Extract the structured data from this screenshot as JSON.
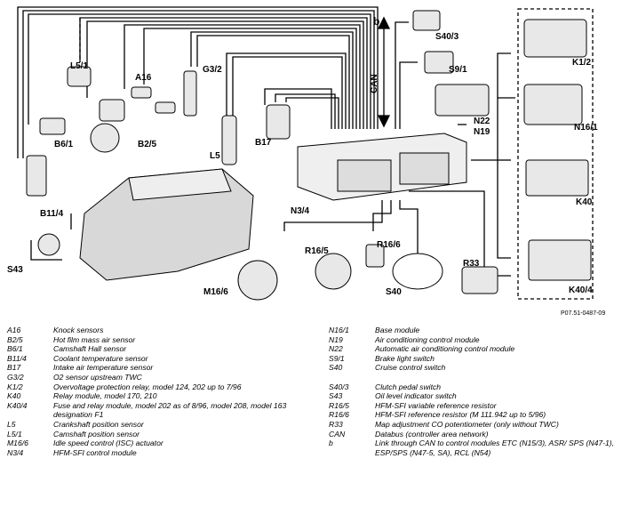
{
  "diagram": {
    "labels": {
      "L5_1": "L5/1",
      "A16": "A16",
      "G3_2": "G3/2",
      "S40_3": "S40/3",
      "S9_1": "S9/1",
      "B6_1": "B6/1",
      "B2_5": "B2/5",
      "L5": "L5",
      "B17": "B17",
      "N22": "N22",
      "N19": "N19",
      "K1_2": "K1/2",
      "N16_1": "N16/1",
      "K40": "K40",
      "K40_4": "K40/4",
      "B11_4": "B11/4",
      "N3_4": "N3/4",
      "R16_6": "R16/6",
      "R16_5": "R16/5",
      "R33": "R33",
      "S43": "S43",
      "M16_6": "M16/6",
      "S40": "S40",
      "b": "b",
      "CAN": "CAN"
    },
    "ref": "P07.51-0487-09"
  },
  "legend": {
    "left": [
      {
        "code": "A16",
        "desc": "Knock sensors"
      },
      {
        "code": "B2/5",
        "desc": "Hot film mass air sensor"
      },
      {
        "code": "B6/1",
        "desc": "Camshaft Hall sensor"
      },
      {
        "code": "B11/4",
        "desc": "Coolant temperature sensor"
      },
      {
        "code": "B17",
        "desc": "Intake air temperature sensor"
      },
      {
        "code": "G3/2",
        "desc": "O2 sensor upstream TWC"
      },
      {
        "code": "K1/2",
        "desc": "Overvoltage protection relay, model 124, 202 up to 7/96"
      },
      {
        "code": "K40",
        "desc": "Relay module, model 170, 210"
      },
      {
        "code": "K40/4",
        "desc": "Fuse and relay module, model 202 as of 8/96, model 208, model 163 designation F1"
      },
      {
        "code": "L5",
        "desc": "Crankshaft position sensor"
      },
      {
        "code": "L5/1",
        "desc": "Camshaft position sensor"
      },
      {
        "code": "M16/6",
        "desc": "Idle speed control (ISC) actuator"
      },
      {
        "code": "N3/4",
        "desc": "HFM-SFI control module"
      }
    ],
    "right_a": [
      {
        "code": "N16/1",
        "desc": "Base module"
      },
      {
        "code": "N19",
        "desc": "Air conditioning control module"
      },
      {
        "code": "N22",
        "desc": "Automatic air conditioning control module"
      },
      {
        "code": "S9/1",
        "desc": "Brake light switch"
      },
      {
        "code": "S40",
        "desc": "Cruise control switch"
      }
    ],
    "right_b": [
      {
        "code": "S40/3",
        "desc": "Clutch pedal switch"
      },
      {
        "code": "S43",
        "desc": "Oil level indicator switch"
      },
      {
        "code": "R16/5",
        "desc": "HFM-SFI variable reference resistor"
      },
      {
        "code": "R16/6",
        "desc": "HFM-SFI reference resistor (M 111.942 up to 5/96)"
      },
      {
        "code": "R33",
        "desc": "Map adjustment CO potentiometer (only without TWC)"
      },
      {
        "code": "CAN",
        "desc": "Databus (controller area network)"
      },
      {
        "code": "b",
        "desc": "Link through CAN to control modules ETC (N15/3), ASR/ SPS (N47-1), ESP/SPS (N47-5, SA), RCL (N54)"
      }
    ]
  }
}
